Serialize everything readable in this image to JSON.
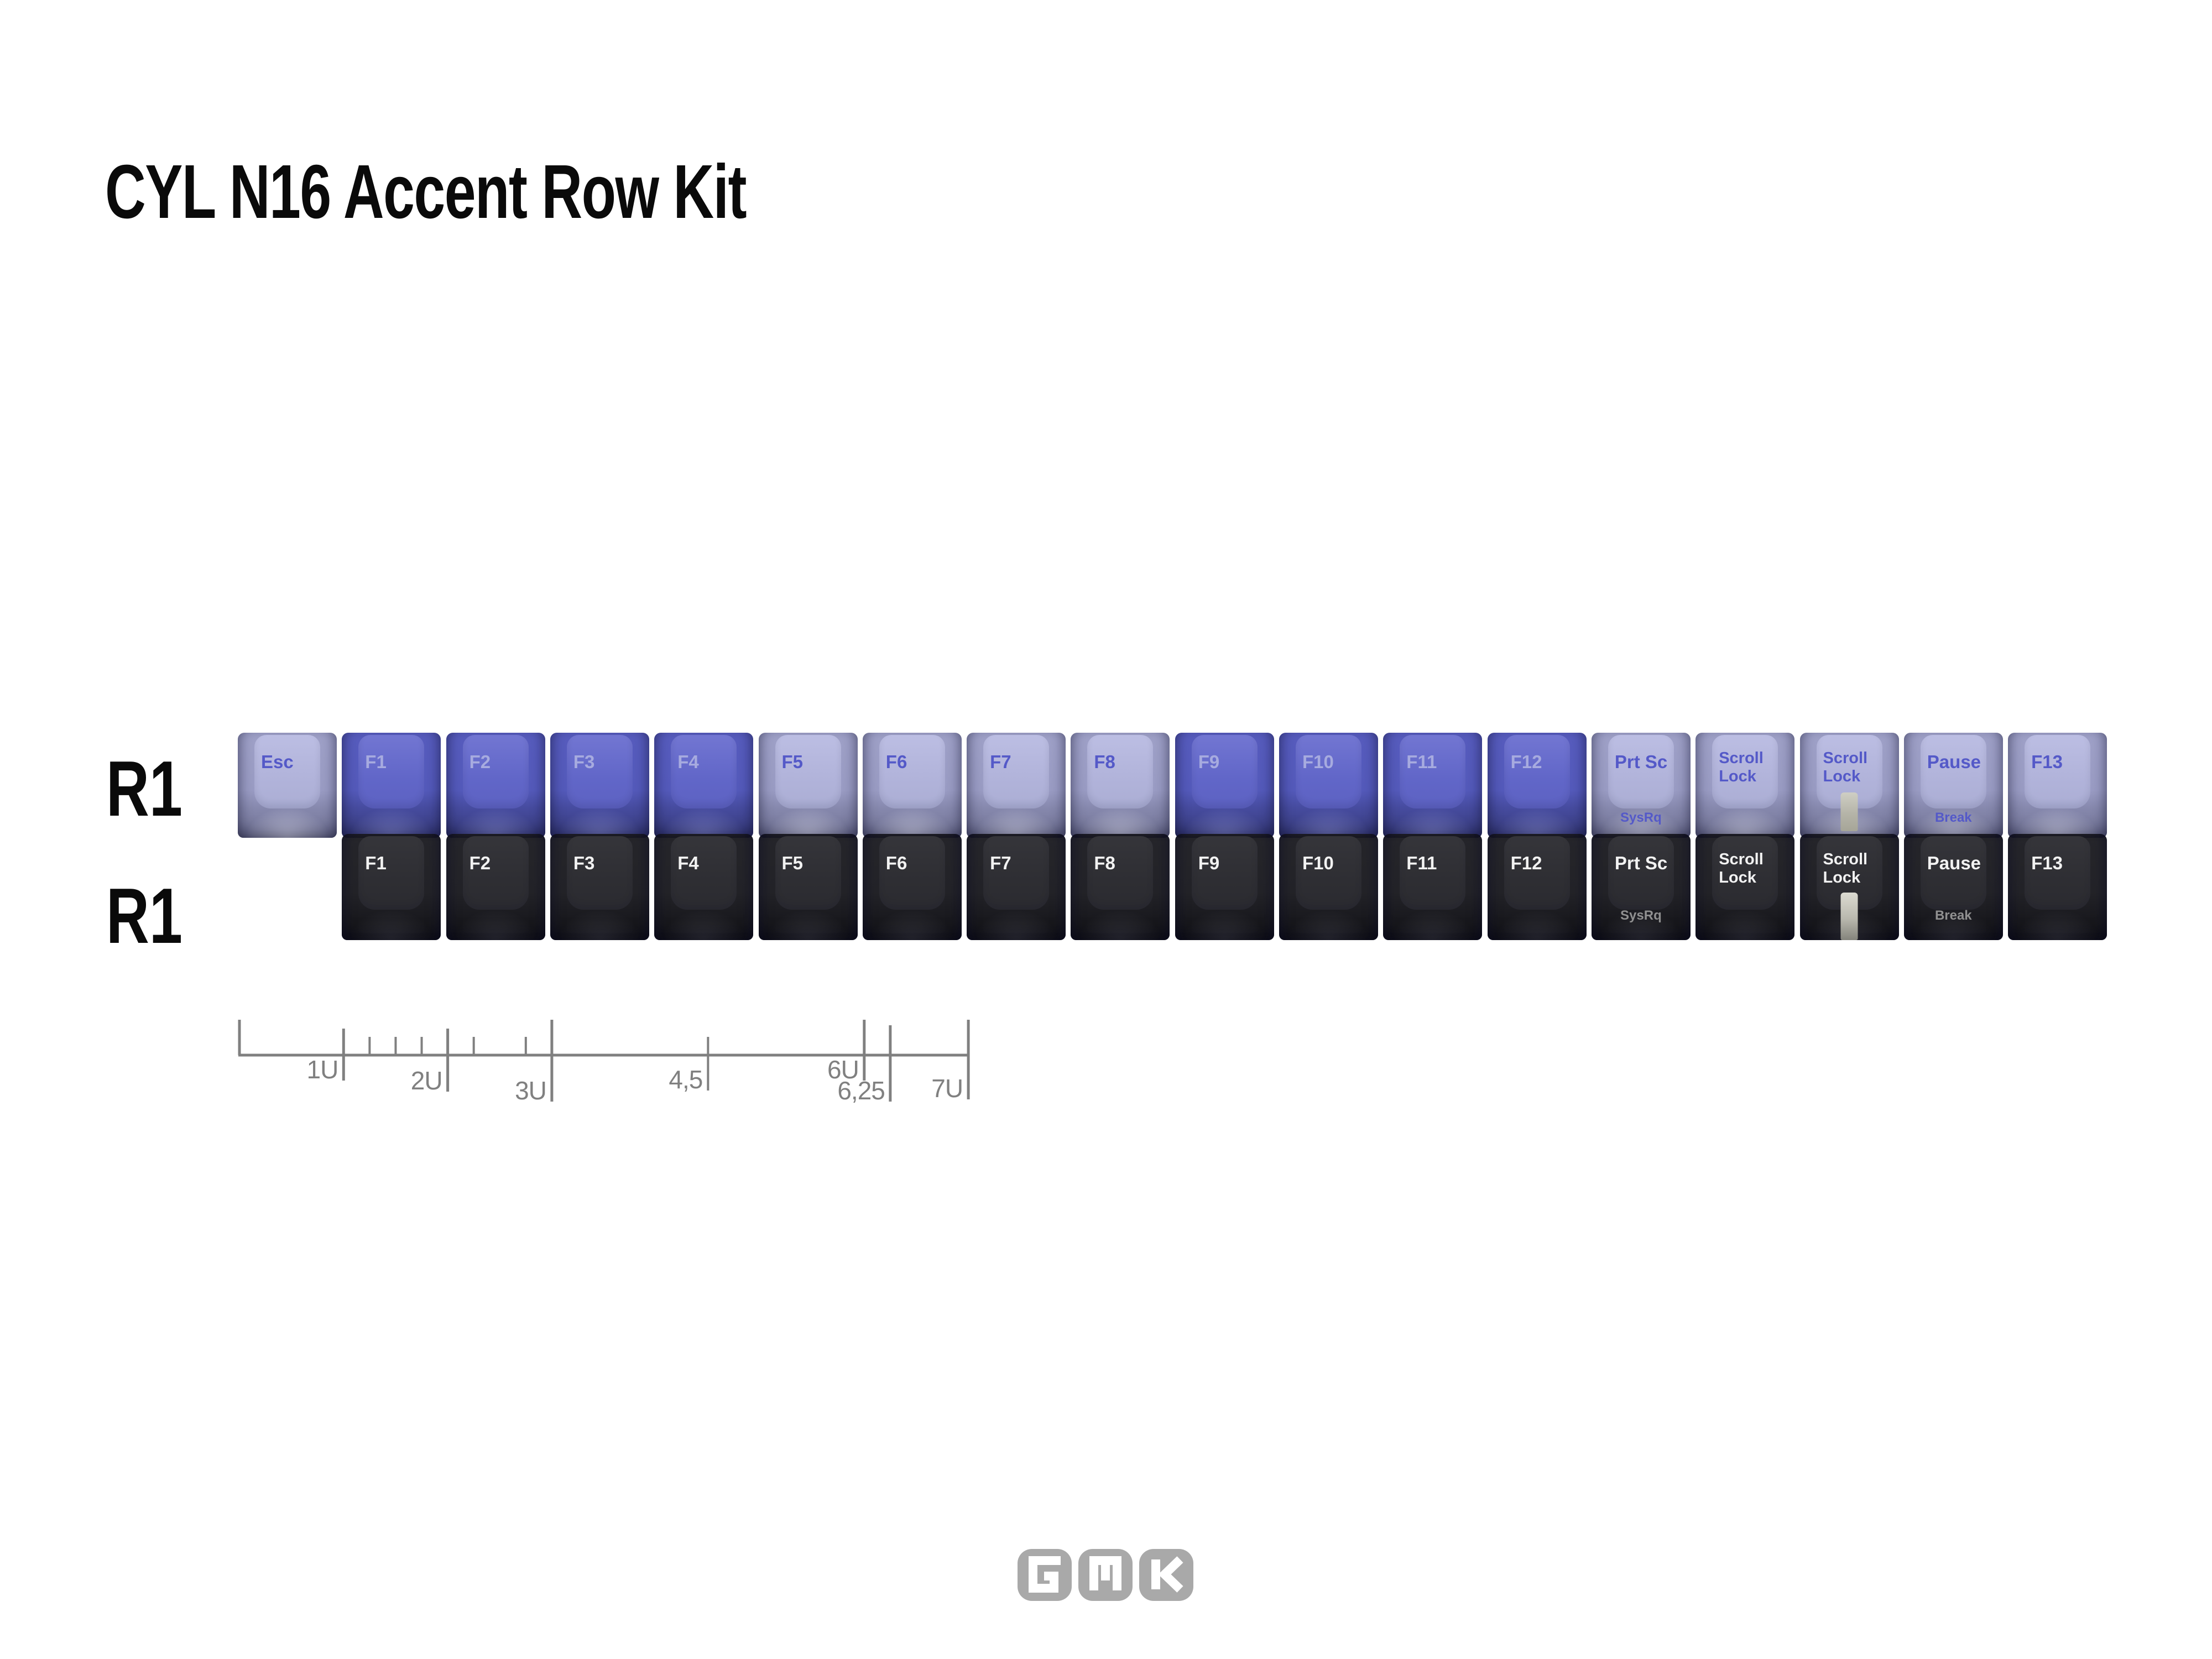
{
  "title": "CYL N16 Accent Row Kit",
  "rows": [
    {
      "label": "R1",
      "profile_row": "R1",
      "style": "accent",
      "keys": [
        {
          "id": "esc",
          "legend": [
            "Esc"
          ],
          "color": "lavender"
        },
        {
          "id": "f1",
          "legend": [
            "F1"
          ],
          "color": "blue"
        },
        {
          "id": "f2",
          "legend": [
            "F2"
          ],
          "color": "blue"
        },
        {
          "id": "f3",
          "legend": [
            "F3"
          ],
          "color": "blue"
        },
        {
          "id": "f4",
          "legend": [
            "F4"
          ],
          "color": "blue"
        },
        {
          "id": "f5",
          "legend": [
            "F5"
          ],
          "color": "lavender"
        },
        {
          "id": "f6",
          "legend": [
            "F6"
          ],
          "color": "lavender"
        },
        {
          "id": "f7",
          "legend": [
            "F7"
          ],
          "color": "lavender"
        },
        {
          "id": "f8",
          "legend": [
            "F8"
          ],
          "color": "lavender"
        },
        {
          "id": "f9",
          "legend": [
            "F9"
          ],
          "color": "blue"
        },
        {
          "id": "f10",
          "legend": [
            "F10"
          ],
          "color": "blue"
        },
        {
          "id": "f11",
          "legend": [
            "F11"
          ],
          "color": "blue"
        },
        {
          "id": "f12",
          "legend": [
            "F12"
          ],
          "color": "blue"
        },
        {
          "id": "prt-sc",
          "legend": [
            "Prt Sc"
          ],
          "sub": "SysRq",
          "color": "lavender"
        },
        {
          "id": "scroll-lock",
          "legend": [
            "Scroll",
            "Lock"
          ],
          "color": "lavender"
        },
        {
          "id": "scroll-lock-led",
          "legend": [
            "Scroll",
            "Lock"
          ],
          "led": true,
          "color": "lavender"
        },
        {
          "id": "pause",
          "legend": [
            "Pause"
          ],
          "sub": "Break",
          "color": "lavender"
        },
        {
          "id": "f13",
          "legend": [
            "F13"
          ],
          "color": "lavender"
        }
      ]
    },
    {
      "label": "R1",
      "profile_row": "R1",
      "style": "black",
      "keys": [
        {
          "id": "f1",
          "legend": [
            "F1"
          ],
          "color": "black"
        },
        {
          "id": "f2",
          "legend": [
            "F2"
          ],
          "color": "black"
        },
        {
          "id": "f3",
          "legend": [
            "F3"
          ],
          "color": "black"
        },
        {
          "id": "f4",
          "legend": [
            "F4"
          ],
          "color": "black"
        },
        {
          "id": "f5",
          "legend": [
            "F5"
          ],
          "color": "black"
        },
        {
          "id": "f6",
          "legend": [
            "F6"
          ],
          "color": "black"
        },
        {
          "id": "f7",
          "legend": [
            "F7"
          ],
          "color": "black"
        },
        {
          "id": "f8",
          "legend": [
            "F8"
          ],
          "color": "black"
        },
        {
          "id": "f9",
          "legend": [
            "F9"
          ],
          "color": "black"
        },
        {
          "id": "f10",
          "legend": [
            "F10"
          ],
          "color": "black"
        },
        {
          "id": "f11",
          "legend": [
            "F11"
          ],
          "color": "black"
        },
        {
          "id": "f12",
          "legend": [
            "F12"
          ],
          "color": "black"
        },
        {
          "id": "prt-sc",
          "legend": [
            "Prt Sc"
          ],
          "sub": "SysRq",
          "color": "black"
        },
        {
          "id": "scroll-lock",
          "legend": [
            "Scroll",
            "Lock"
          ],
          "color": "black"
        },
        {
          "id": "scroll-lock-led",
          "legend": [
            "Scroll",
            "Lock"
          ],
          "led": true,
          "color": "black"
        },
        {
          "id": "pause",
          "legend": [
            "Pause"
          ],
          "sub": "Break",
          "color": "black"
        },
        {
          "id": "f13",
          "legend": [
            "F13"
          ],
          "color": "black"
        }
      ]
    }
  ],
  "ruler": {
    "unit_name": "U",
    "ticks": [
      {
        "u": 0,
        "size": "xl"
      },
      {
        "u": 1,
        "size": "lg",
        "label": "1U",
        "drop": 46
      },
      {
        "u": 1.25,
        "size": "sm"
      },
      {
        "u": 1.5,
        "size": "sm"
      },
      {
        "u": 1.75,
        "size": "sm"
      },
      {
        "u": 2,
        "size": "lg",
        "label": "2U",
        "drop": 66
      },
      {
        "u": 2.25,
        "size": "sm"
      },
      {
        "u": 2.75,
        "size": "sm"
      },
      {
        "u": 3,
        "size": "xl",
        "label": "3U",
        "drop": 84
      },
      {
        "u": 4.5,
        "size": "sm",
        "label": "4,5",
        "drop": 64
      },
      {
        "u": 6,
        "size": "xl",
        "label": "6U",
        "drop": 46
      },
      {
        "u": 6.25,
        "size": "md",
        "label": "6,25",
        "drop": 84
      },
      {
        "u": 7,
        "size": "xl",
        "label": "7U",
        "drop": 80
      }
    ]
  },
  "logo": {
    "name": "GMK",
    "letters": [
      "G",
      "M",
      "K"
    ]
  },
  "colors": {
    "background": "#ffffff",
    "title_text": "#0a0a0a",
    "blue_face": "#6166c8",
    "blue_legend": "#a7abdf",
    "lavender_face": "#b1b3da",
    "lavender_legend": "#5459c8",
    "black_face": "#2e2e33",
    "black_legend": "#f2f2f2",
    "black_sub_legend": "#909090",
    "led_window": "#b9b8ae",
    "ruler_gray": "#808080",
    "logo_gray": "#a9a9a9"
  }
}
